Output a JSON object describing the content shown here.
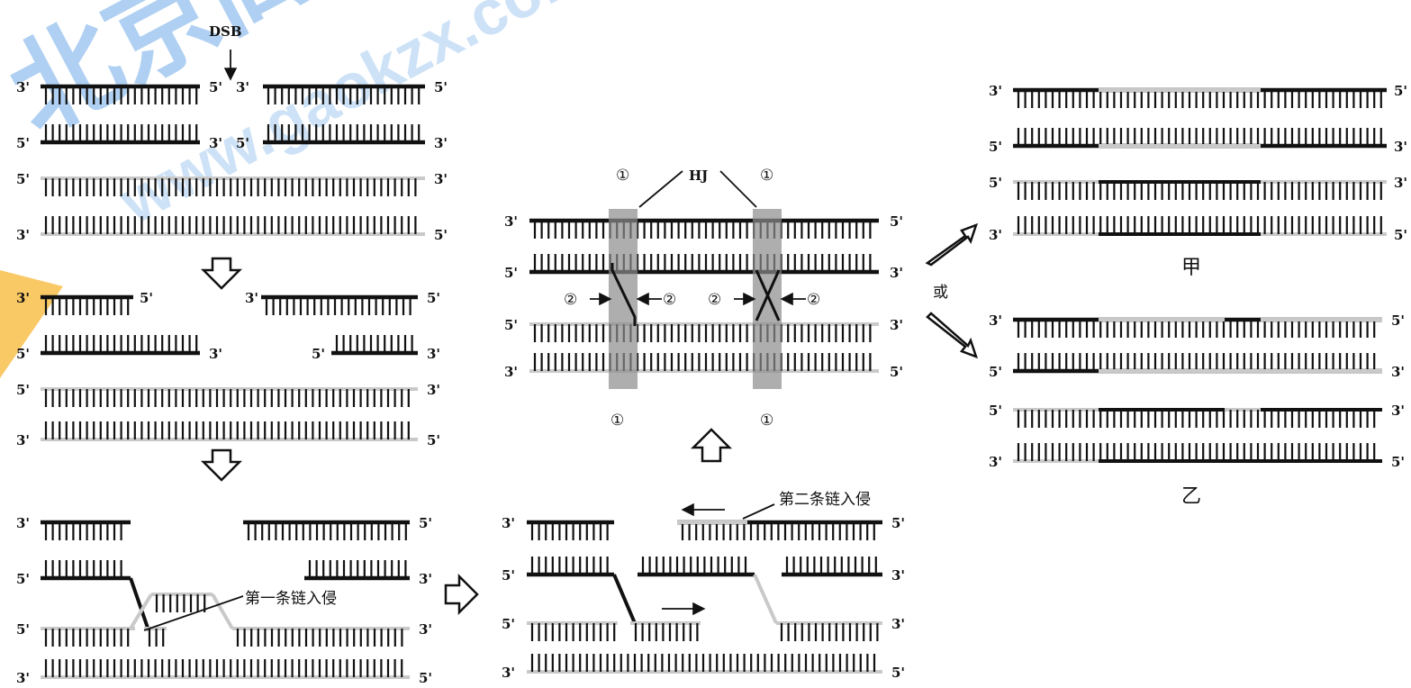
{
  "labels": {
    "dsb": "DSB",
    "hj": "HJ",
    "first_invasion": "第一条链入侵",
    "second_invasion": "第二条链入侵",
    "or_text": "或",
    "product_a": "甲",
    "product_b": "乙",
    "marker_1": "①",
    "marker_2": "②",
    "end3": "3'",
    "end5": "5'"
  },
  "watermark": {
    "logo": "北京高考",
    "url": "www.gaokzx.com"
  },
  "colors": {
    "strand_dark": "#111111",
    "strand_light": "#c9c9c9",
    "junction_shade": "#8c8c8c",
    "watermark_blue": "#3f8fe0",
    "watermark_orange": "#f7b733"
  }
}
